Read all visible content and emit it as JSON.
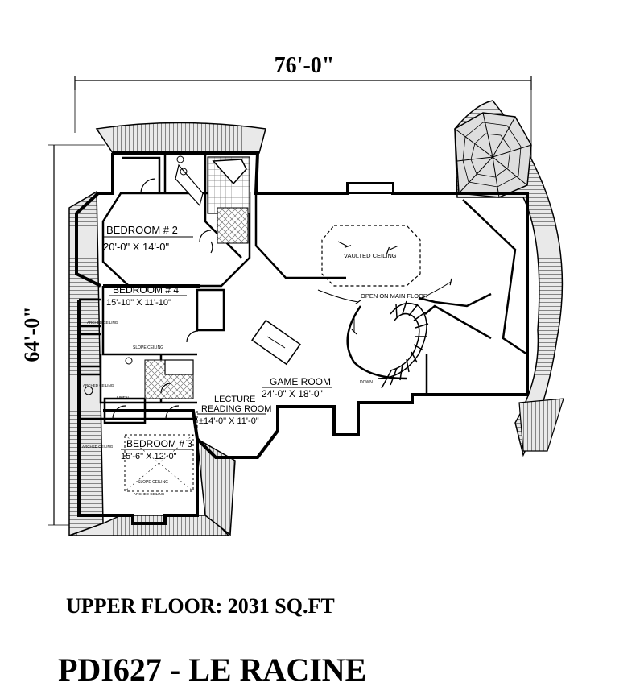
{
  "dimensions": {
    "width": "76'-0\"",
    "depth": "64'-0\""
  },
  "rooms": {
    "bedroom2": {
      "name": "BEDROOM # 2",
      "size": "20'-0\" X 14'-0\""
    },
    "bedroom4": {
      "name": "BEDROOM # 4",
      "size": "15'-10\" X 11'-10\""
    },
    "bedroom3": {
      "name": "BEDROOM # 3",
      "size": "15'-6\" X 12'-0\""
    },
    "lecture": {
      "name_line1": "LECTURE",
      "name_line2": "READING ROOM",
      "size": "±14'-0\" X 11'-0\""
    },
    "game": {
      "name": "GAME ROOM",
      "size": "24'-0\" X 18'-0\""
    }
  },
  "notes": {
    "vaulted": "VAULTED CEILING",
    "open_main": "OPEN ON MAIN FLOOR",
    "arched1": "ARCHED CEILING",
    "arched2": "ARCHED CEILING",
    "arched3": "ARCHED CEILING",
    "arched4": "ARCHED CEILING",
    "slope1": "SLOPE CEILING",
    "slope2": "SLOPE CEILING",
    "linen": "LINEN",
    "down": "DOWN"
  },
  "captions": {
    "area": "UPPER FLOOR: 2031 SQ.FT",
    "title": "PDI627 - LE RACINE"
  }
}
